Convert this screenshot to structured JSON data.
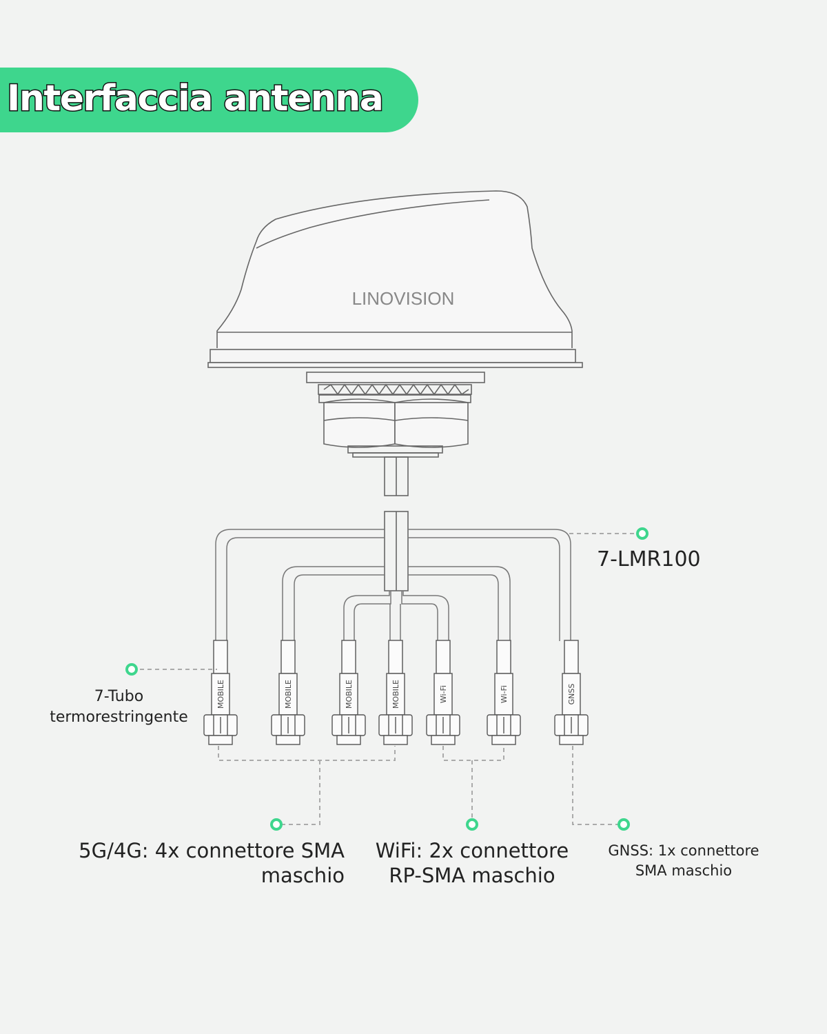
{
  "banner": {
    "title": "Interfaccia antenna",
    "color": "#3ed68d"
  },
  "antenna": {
    "brand": "LINOVISION"
  },
  "connectors": [
    {
      "label": "MOBILE"
    },
    {
      "label": "MOBILE"
    },
    {
      "label": "MOBILE"
    },
    {
      "label": "MOBILE"
    },
    {
      "label": "Wi-Fi"
    },
    {
      "label": "Wi-Fi"
    },
    {
      "label": "GNSS"
    }
  ],
  "callouts": {
    "cable": "7-LMR100",
    "tube": "7-Tubo termorestringente",
    "mobile": "5G/4G: 4x connettore SMA maschio",
    "wifi": "WiFi: 2x connettore RP-SMA maschio",
    "gnss": "GNSS: 1x connettore SMA maschio"
  },
  "colors": {
    "accent": "#3ed68d",
    "line": "#666666",
    "dash": "#aaaaaa"
  }
}
